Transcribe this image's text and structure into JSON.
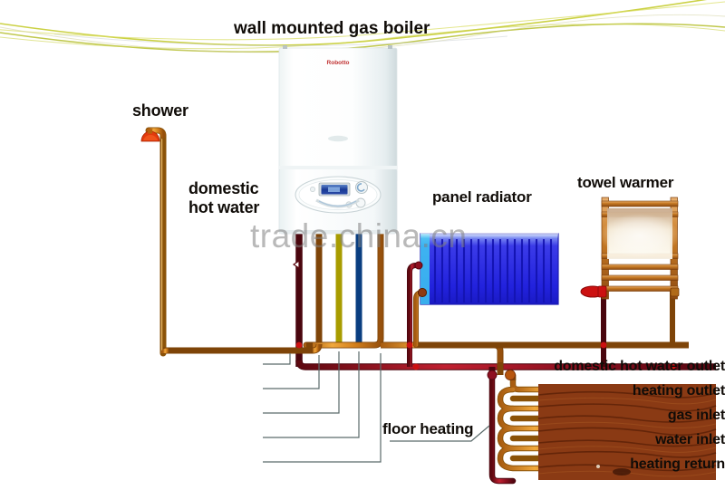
{
  "diagram": {
    "title": "wall mounted gas boiler",
    "watermark": "trade.china.cn",
    "components": {
      "shower": "shower",
      "domestic_hot_water": "domestic\nhot water",
      "domestic_hot_water_line1": "domestic",
      "domestic_hot_water_line2": "hot water",
      "panel_radiator": "panel radiator",
      "towel_warmer": "towel warmer",
      "floor_heating": "floor heating",
      "boiler_brand": "Robotto"
    },
    "callouts": [
      {
        "id": "domestic-hot-water-outlet",
        "label": "domestic hot water outlet",
        "pipe_color": "#c8881e"
      },
      {
        "id": "heating-outlet",
        "label": "heating outlet",
        "pipe_color": "#d4801c"
      },
      {
        "id": "gas-inlet",
        "label": "gas inlet",
        "pipe_color": "#f2e800"
      },
      {
        "id": "water-inlet",
        "label": "water inlet",
        "pipe_color": "#1874d2"
      },
      {
        "id": "heating-return",
        "label": "heating return",
        "pipe_color": "#8e1020"
      }
    ],
    "colors": {
      "hot_supply_orange": "#d4801c",
      "return_dark_red": "#8e1020",
      "gas_yellow": "#f2e800",
      "cold_water_blue": "#1874d2",
      "copper": "#c8822a",
      "radiator_blue": "#2a2ae6",
      "radiator_cyan": "#38c8f0",
      "floor_wood": "#8a3a14",
      "decor_line": "#c8cf3a",
      "label_text": "#100c08",
      "leader_line": "#5a6a6a",
      "valve_red": "#cc1111"
    }
  }
}
